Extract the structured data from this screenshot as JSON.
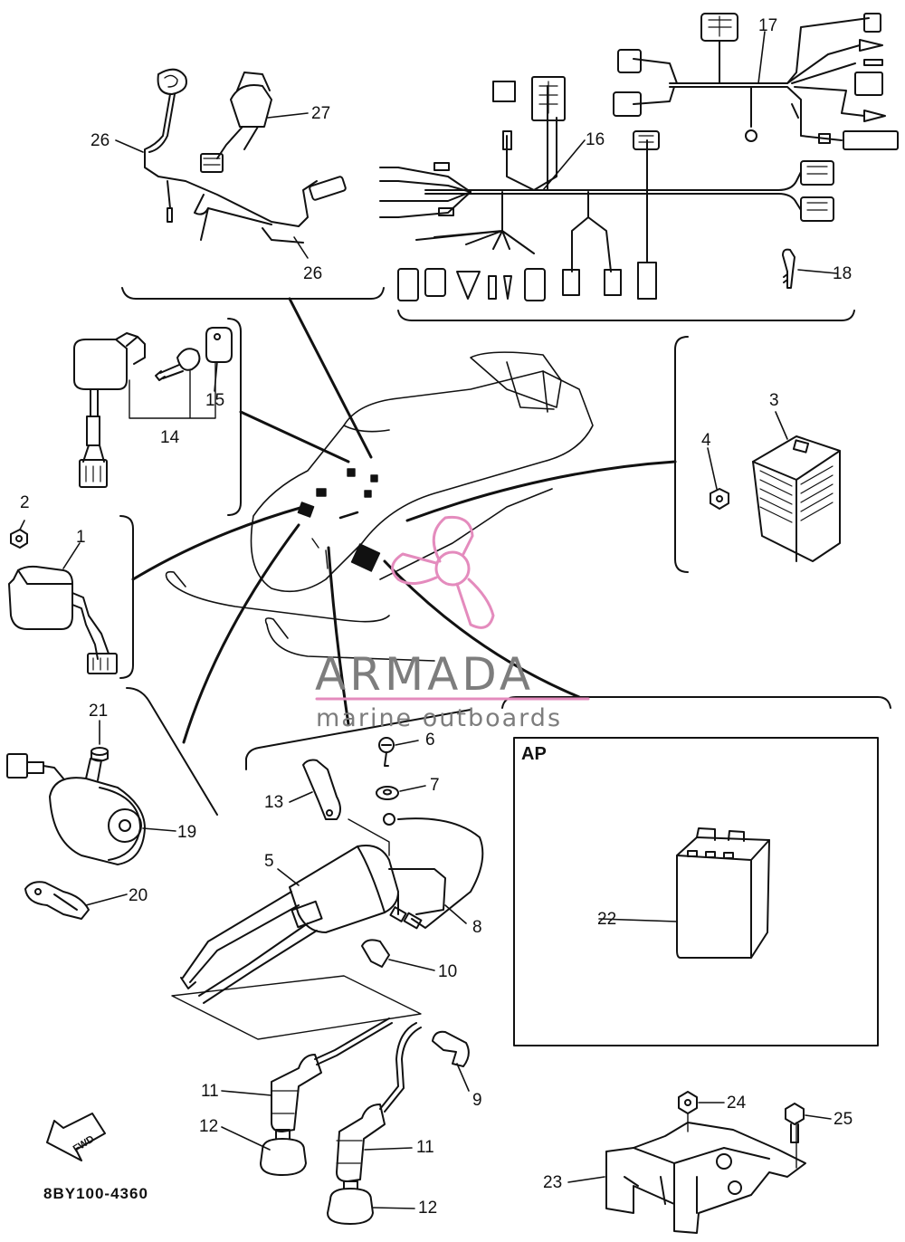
{
  "diagram": {
    "code": "8BY100-4360",
    "box_label": "AP",
    "fwd_label": "FWD",
    "watermark": {
      "title": "ARMADA",
      "subtitle": "marine outboards",
      "accent_color": "#e48bbd",
      "text_color": "#7d7d7d"
    },
    "callouts": [
      "1",
      "2",
      "3",
      "4",
      "5",
      "6",
      "7",
      "8",
      "9",
      "10",
      "11",
      "11",
      "12",
      "12",
      "13",
      "14",
      "15",
      "16",
      "17",
      "18",
      "19",
      "20",
      "21",
      "22",
      "23",
      "24",
      "25",
      "26",
      "26",
      "27"
    ]
  }
}
